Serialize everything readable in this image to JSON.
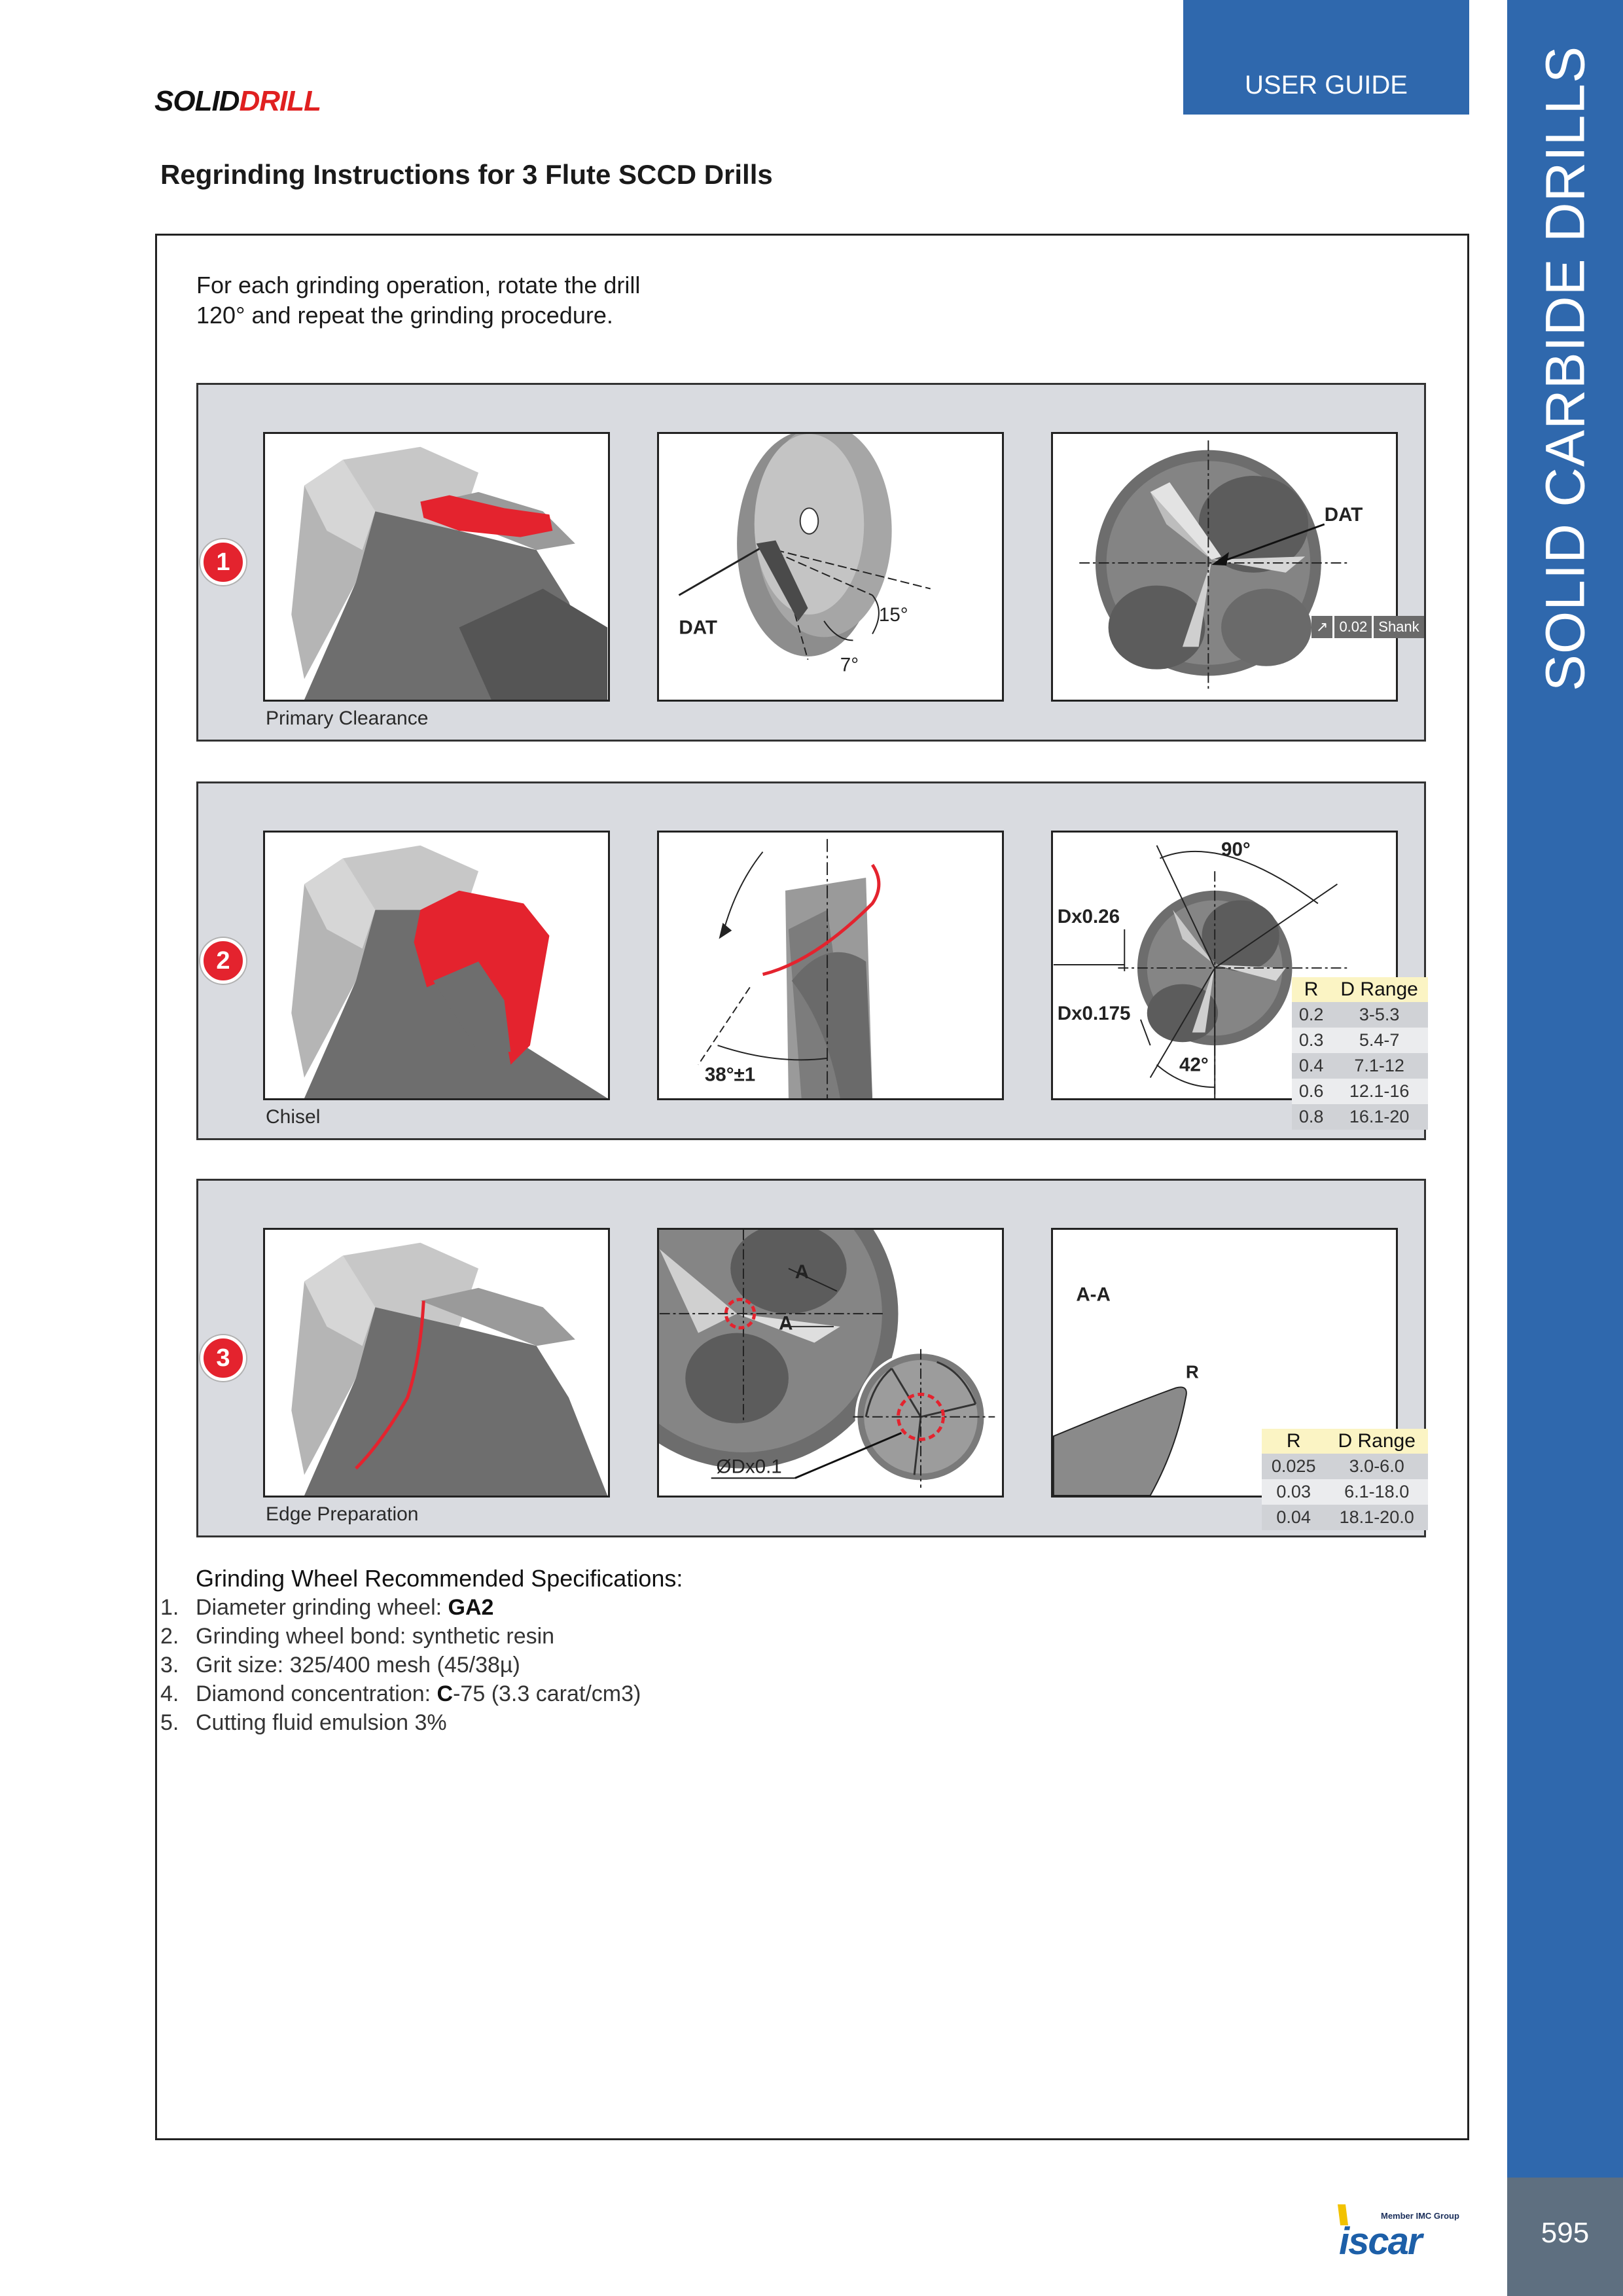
{
  "brand": {
    "part1": "SOLID",
    "part2": "DRILL"
  },
  "header": {
    "tab": "USER GUIDE"
  },
  "sidebar": {
    "title": "SOLID CARBIDE DRILLS"
  },
  "title": "Regrinding Instructions for 3 Flute SCCD Drills",
  "intro": {
    "line1": "For each grinding operation, rotate the drill",
    "line2": "120° and repeat the grinding procedure."
  },
  "steps": [
    {
      "number": "1",
      "caption": "Primary Clearance",
      "labels": {
        "dat": "DAT",
        "angle15": "15°",
        "angle7": "7°",
        "dat_face": "DAT"
      },
      "tolerance": {
        "value": "0.02",
        "ref": "Shank"
      }
    },
    {
      "number": "2",
      "caption": "Chisel",
      "labels": {
        "angle38": "38°±1",
        "angle90": "90°",
        "dx026": "Dx0.26",
        "dx0175": "Dx0.175",
        "angle42": "42°"
      },
      "table": {
        "headers": [
          "R",
          "D Range"
        ],
        "rows": [
          [
            "0.2",
            "3-5.3"
          ],
          [
            "0.3",
            "5.4-7"
          ],
          [
            "0.4",
            "7.1-12"
          ],
          [
            "0.6",
            "12.1-16"
          ],
          [
            "0.8",
            "16.1-20"
          ]
        ]
      }
    },
    {
      "number": "3",
      "caption": "Edge Preparation",
      "labels": {
        "a_top": "A",
        "a_mid": "A",
        "dia": "ØDx0.1",
        "section": "A-A",
        "r": "R"
      },
      "table": {
        "headers": [
          "R",
          "D Range"
        ],
        "rows": [
          [
            "0.025",
            "3.0-6.0"
          ],
          [
            "0.03",
            "6.1-18.0"
          ],
          [
            "0.04",
            "18.1-20.0"
          ]
        ]
      }
    }
  ],
  "specs": {
    "title": "Grinding Wheel Recommended Specifications:",
    "items": [
      {
        "num": "1.",
        "text": "Diameter grinding wheel: ",
        "bold": "GA2",
        "rest": ""
      },
      {
        "num": "2.",
        "text": "Grinding wheel bond: synthetic resin",
        "bold": "",
        "rest": ""
      },
      {
        "num": "3.",
        "text": "Grit size: 325/400 mesh (45/38µ)",
        "bold": "",
        "rest": ""
      },
      {
        "num": "4.",
        "text": "Diamond concentration: ",
        "bold": "C",
        "rest": "-75 (3.3 carat/cm3)"
      },
      {
        "num": "5.",
        "text": "Cutting fluid emulsion 3%",
        "bold": "",
        "rest": ""
      }
    ]
  },
  "logo": {
    "tagline": "Member IMC Group",
    "name": "iscar"
  },
  "page_number": "595",
  "colors": {
    "blue": "#2f68ad",
    "red": "#e4232e",
    "panel": "#d9dbe0",
    "slate": "#5e6f80"
  }
}
